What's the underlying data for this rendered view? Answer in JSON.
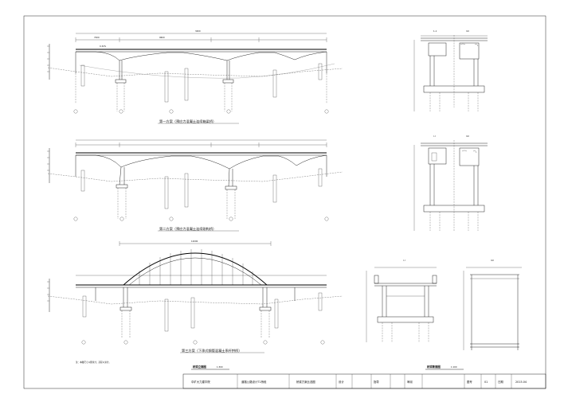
{
  "scheme_captions": [
    "第一方案（预应力混凝土连续箱梁桥）",
    "第二方案（预应力混凝土连续刚构桥）",
    "第三方案（下承式钢管混凝土系杆拱桥）"
  ],
  "elevation_title": "桥梁立面图",
  "elevation_scale": "1:300",
  "section_title": "桥梁断面图",
  "section_scale": "1:100",
  "note_text": "注：本图尺寸以厘米计，高程以米计。",
  "dimension_labels": {
    "total_span": "3400",
    "side_span": "7200",
    "main_span": "9600",
    "arch_span": "12000",
    "slope": "0.32%"
  },
  "section_labels": [
    "1-1",
    "II-II",
    "I-I",
    "II-II",
    "I-I",
    "II-II"
  ],
  "title_block": {
    "school": "中矿大力建华院",
    "course": "道路公路设计T1桥段",
    "drawing": "桥梁方案比选图",
    "design": "设计",
    "guide": "指导",
    "review": "审阅",
    "sheet_no_label": "图号",
    "sheet_no": "01",
    "date_label": "日期",
    "date": "2015.04"
  }
}
